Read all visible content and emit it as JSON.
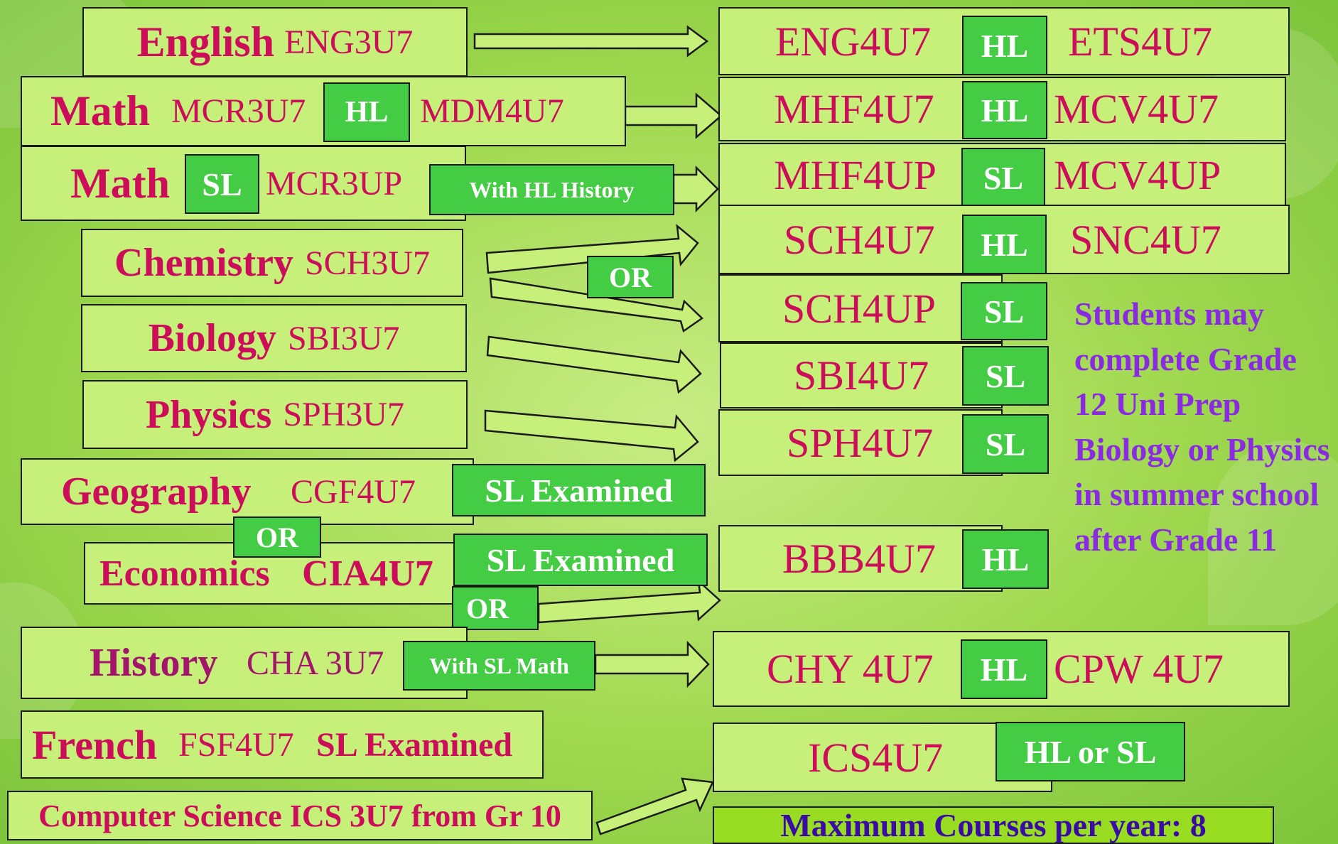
{
  "colors": {
    "course_text": "#cc0d5a",
    "box_fill": "#c6f07a",
    "tag_fill": "#44cc44",
    "note_text": "#8a2be2",
    "max_fill": "#99dd22",
    "max_text": "#3a0ca3"
  },
  "grade11": {
    "english": {
      "name": "English",
      "code": "ENG3U7"
    },
    "math_hl": {
      "name": "Math",
      "code": "MCR3U7",
      "tag": "HL",
      "code2": "MDM4U7"
    },
    "math_sl": {
      "name": "Math",
      "tag": "SL",
      "code": "MCR3UP",
      "note": "With HL History"
    },
    "chemistry": {
      "name": "Chemistry",
      "code": "SCH3U7",
      "or": "OR"
    },
    "biology": {
      "name": "Biology",
      "code": "SBI3U7"
    },
    "physics": {
      "name": "Physics",
      "code": "SPH3U7"
    },
    "geography": {
      "name": "Geography",
      "code": "CGF4U7",
      "tag": "SL Examined",
      "or": "OR"
    },
    "economics": {
      "name": "Economics",
      "code": "CIA4U7",
      "tag": "SL Examined",
      "or": "OR"
    },
    "history": {
      "name": "History",
      "code": "CHA 3U7",
      "note": "With SL Math"
    },
    "french": {
      "name": "French",
      "code": "FSF4U7",
      "tag": "SL Examined"
    },
    "cs": {
      "label": "Computer Science ICS 3U7 from Gr 10"
    }
  },
  "grade12": {
    "eng": {
      "left": "ENG4U7",
      "tag": "HL",
      "right": "ETS4U7"
    },
    "math_hl": {
      "left": "MHF4U7",
      "tag": "HL",
      "right": "MCV4U7"
    },
    "math_sl": {
      "left": "MHF4UP",
      "tag": "SL",
      "right": "MCV4UP"
    },
    "chem_hl": {
      "left": "SCH4U7",
      "tag": "HL",
      "right": "SNC4U7"
    },
    "chem_sl": {
      "left": "SCH4UP",
      "tag": "SL"
    },
    "bio": {
      "left": "SBI4U7",
      "tag": "SL"
    },
    "phys": {
      "left": "SPH4U7",
      "tag": "SL"
    },
    "business": {
      "left": "BBB4U7",
      "tag": "HL"
    },
    "history": {
      "left": "CHY 4U7",
      "tag": "HL",
      "right": "CPW 4U7"
    },
    "cs": {
      "left": "ICS4U7",
      "tag": "HL or SL"
    }
  },
  "note": "Students may complete Grade 12 Uni Prep Biology or Physics in summer school after Grade 11",
  "max_courses": "Maximum Courses per year: 8"
}
